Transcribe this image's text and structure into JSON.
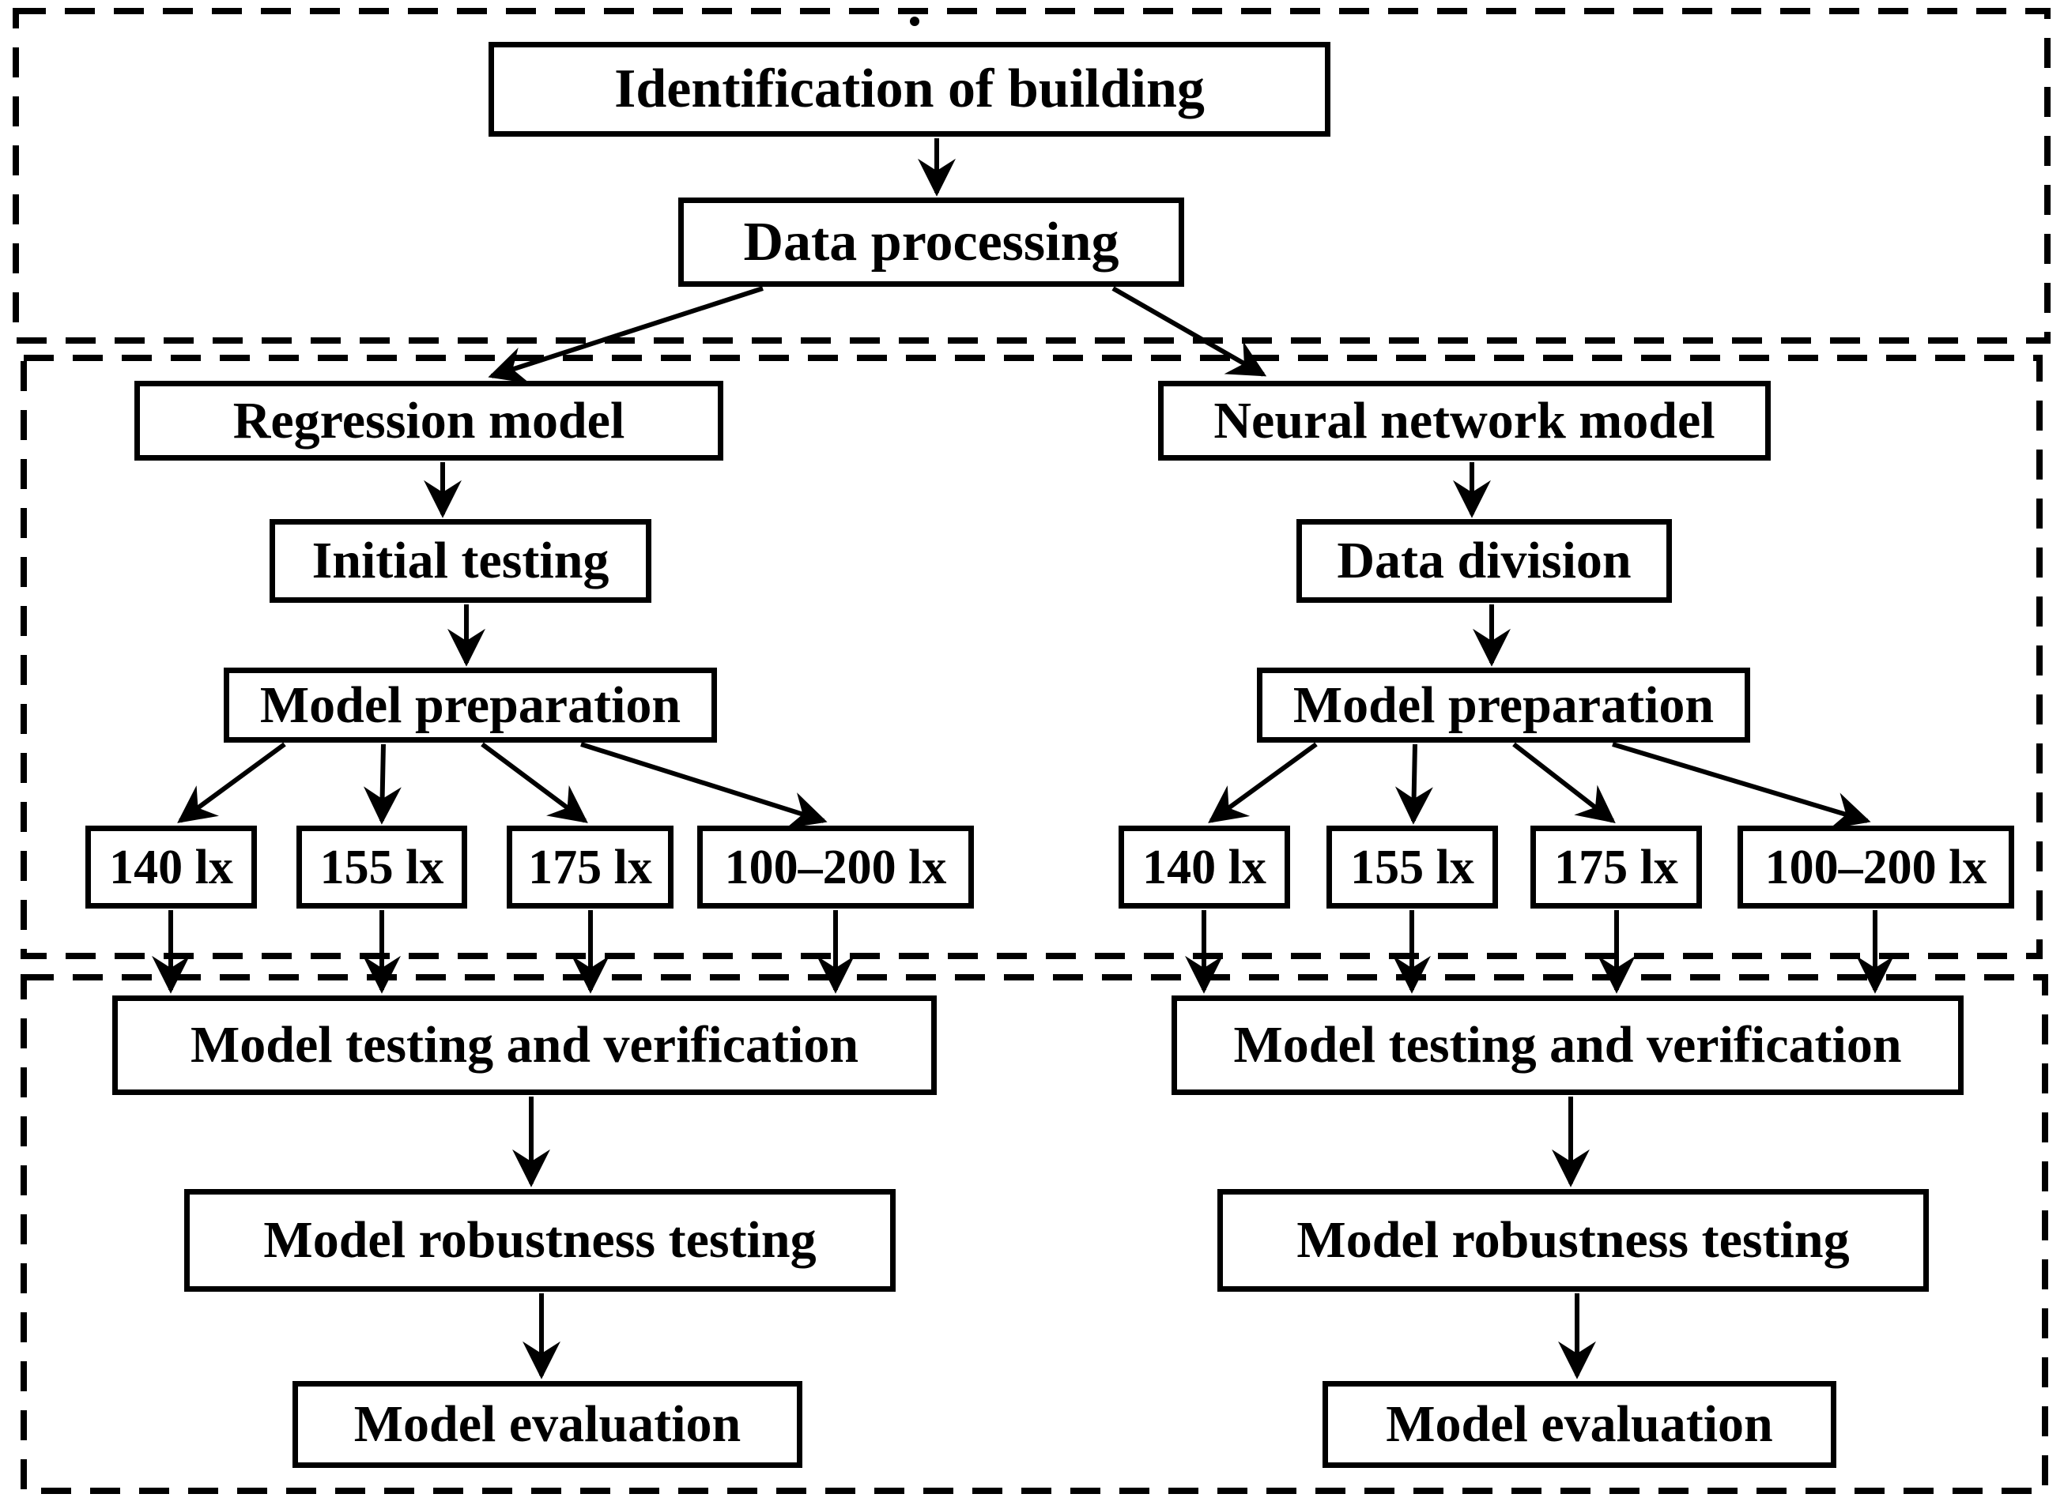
{
  "colors": {
    "background": "#ffffff",
    "stroke": "#000000",
    "box_fill": "#ffffff",
    "text": "#000000"
  },
  "top_mark": ".",
  "nodes": {
    "identification": "Identification of building",
    "data_processing": "Data processing",
    "regression_model": "Regression model",
    "neural_network_model": "Neural network model",
    "initial_testing": "Initial testing",
    "data_division": "Data division",
    "model_preparation_left": "Model preparation",
    "model_preparation_right": "Model preparation",
    "lux_left": [
      "140 lx",
      "155 lx",
      "175 lx",
      "100–200 lx"
    ],
    "lux_right": [
      "140 lx",
      "155 lx",
      "175 lx",
      "100–200 lx"
    ],
    "model_testing_left": "Model testing and verification",
    "model_testing_right": "Model testing and verification",
    "model_robustness_left": "Model robustness testing",
    "model_robustness_right": "Model robustness testing",
    "model_evaluation_left": "Model evaluation",
    "model_evaluation_right": "Model evaluation"
  }
}
